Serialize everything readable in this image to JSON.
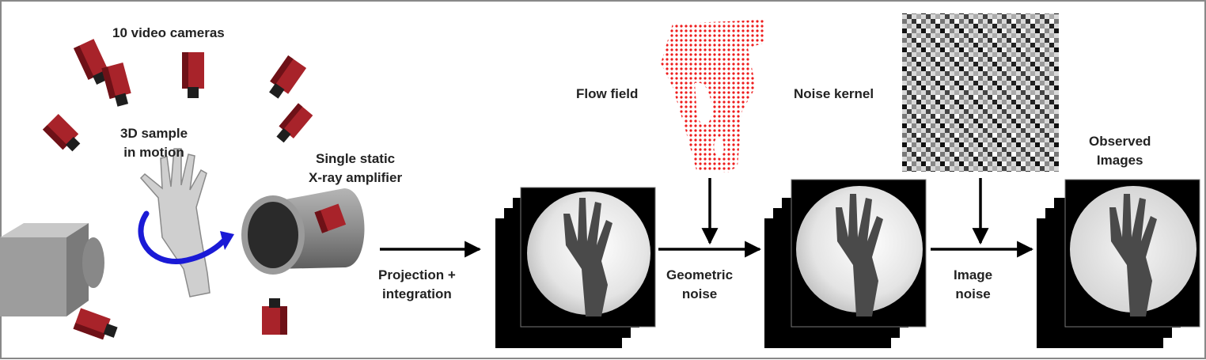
{
  "labels": {
    "cameras": "10 video cameras",
    "sample_line1": "3D sample",
    "sample_line2": "in motion",
    "amplifier_line1": "Single static",
    "amplifier_line2": "X-ray amplifier",
    "projection_line1": "Projection +",
    "projection_line2": "integration",
    "flow_field": "Flow field",
    "geometric_line1": "Geometric",
    "geometric_line2": "noise",
    "noise_kernel": "Noise kernel",
    "image_noise_line1": "Image",
    "image_noise_line2": "noise",
    "observed_line1": "Observed",
    "observed_line2": "Images"
  },
  "colors": {
    "camera_body": "#a8232a",
    "camera_dark": "#6e1117",
    "camera_lens": "#1e1e1e",
    "flow_field": "#ee1b1b",
    "rotation_arrow": "#1a1ad6",
    "arrow": "#000000",
    "frame_border": "#888888"
  }
}
